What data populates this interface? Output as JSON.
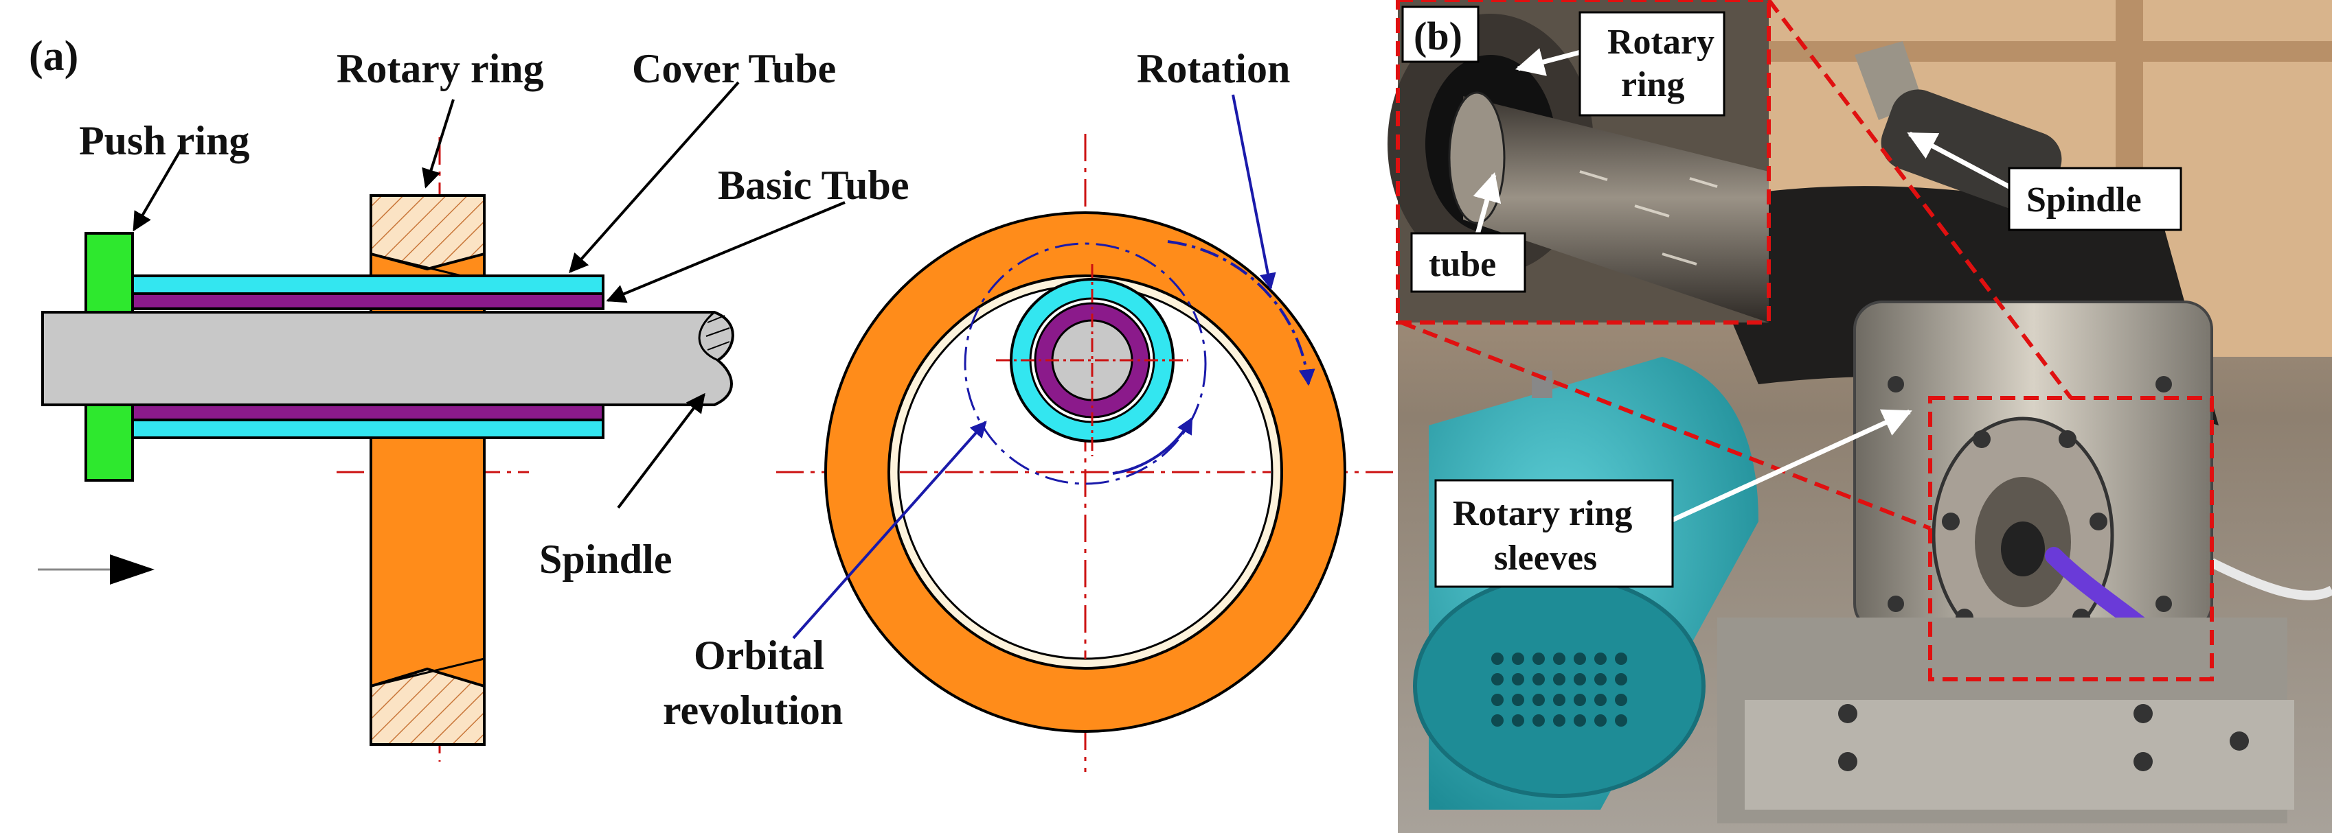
{
  "panel_a": {
    "tag": "(a)",
    "labels": {
      "rotary_ring": "Rotary ring",
      "cover_tube": "Cover Tube",
      "push_ring": "Push ring",
      "basic_tube": "Basic Tube",
      "spindle": "Spindle",
      "rotation": "Rotation",
      "orbital_line1": "Orbital",
      "orbital_line2": "revolution"
    }
  },
  "panel_b": {
    "tag": "(b)",
    "labels": {
      "rotary_ring_line1": "Rotary",
      "rotary_ring_line2": "ring",
      "tube": "tube",
      "spindle": "Spindle",
      "sleeves_line1": "Rotary ring",
      "sleeves_line2": "sleeves"
    }
  },
  "colors": {
    "ring_orange": "#FF8C1A",
    "cover_tube_cyan": "#33E6F0",
    "basic_tube_purple": "#8B1A8B",
    "push_ring_green": "#2EE82E",
    "spindle_gray": "#C8C8C8",
    "centerline_red": "#CC1111",
    "arrow_blue": "#1A1AAA",
    "highlight_red": "#E01010"
  }
}
